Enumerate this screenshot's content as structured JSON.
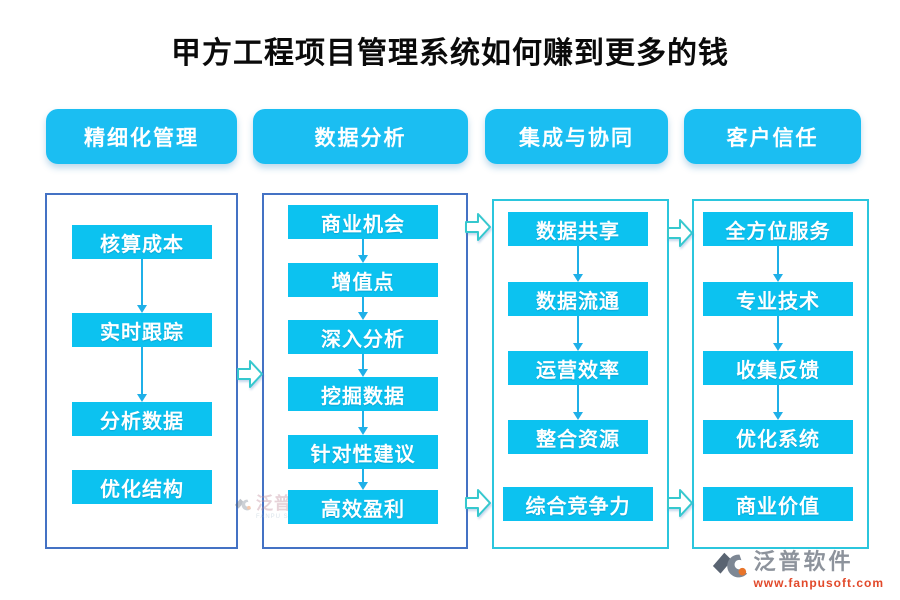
{
  "title": "甲方工程项目管理系统如何赚到更多的钱",
  "colors": {
    "node_fill": "#0cc2f0",
    "header_fill": "#1bbef2",
    "panel_border_blue": "#4472c4",
    "panel_border_cyan": "#2bc6dd",
    "arrow": "#1fb0e8",
    "flow_arrow_outline": "#35c8ce",
    "brand_text": "#8d939c",
    "brand_url": "#e2492a"
  },
  "columns": [
    {
      "header": "精细化管理",
      "items": [
        "核算成本",
        "实时跟踪",
        "分析数据",
        "优化结构"
      ]
    },
    {
      "header": "数据分析",
      "items": [
        "商业机会",
        "增值点",
        "深入分析",
        "挖掘数据",
        "针对性建议",
        "高效盈利"
      ]
    },
    {
      "header": "集成与协同",
      "items": [
        "数据共享",
        "数据流通",
        "运营效率",
        "整合资源",
        "综合竞争力"
      ]
    },
    {
      "header": "客户信任",
      "items": [
        "全方位服务",
        "专业技术",
        "收集反馈",
        "优化系统",
        "商业价值"
      ]
    }
  ],
  "watermark": {
    "brand": "泛普软件",
    "subtext": "FANPU SOFTWARE"
  },
  "footer_logo": {
    "brand": "泛普软件",
    "url": "www.fanpusoft.com"
  }
}
